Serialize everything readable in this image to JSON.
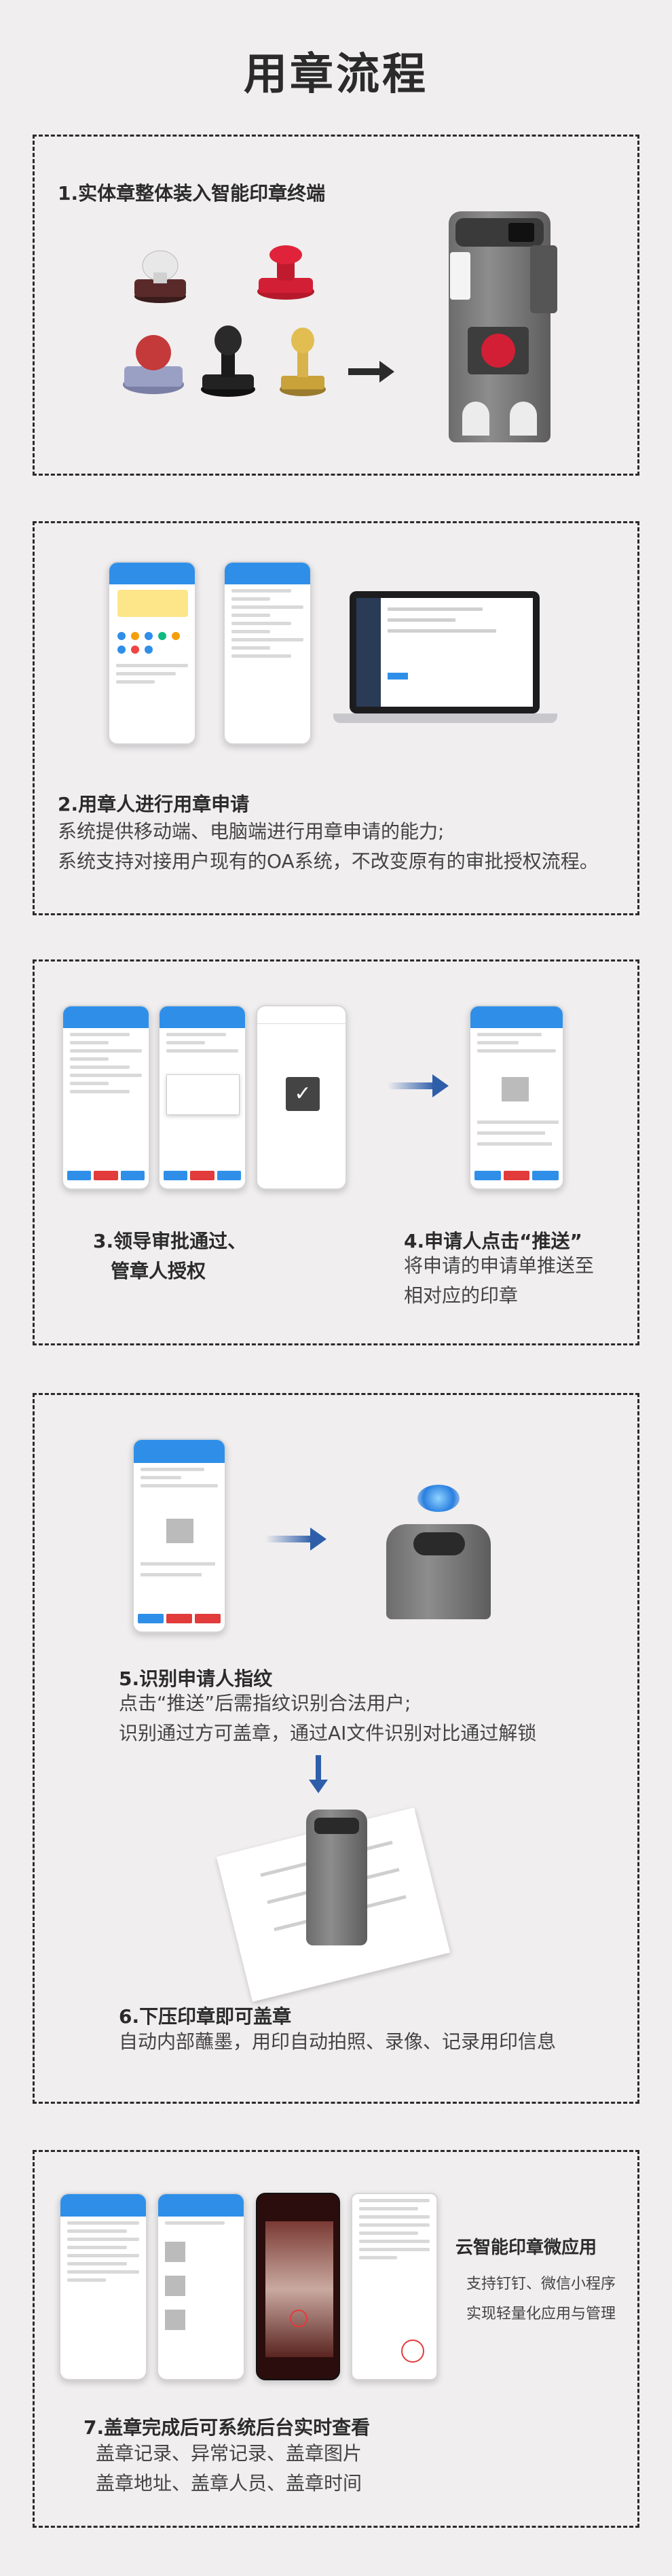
{
  "page": {
    "title": "用章流程"
  },
  "steps": {
    "s1": {
      "title": "1.实体章整体装入智能印章终端"
    },
    "s2": {
      "title": "2.用章人进行用章申请",
      "desc1": "系统提供移动端、电脑端进行用章申请的能力;",
      "desc2": "系统支持对接用户现有的OA系统，不改变原有的审批授权流程。"
    },
    "s3": {
      "title_line1": "3.领导审批通过、",
      "title_line2": "管章人授权"
    },
    "s4": {
      "title": "4.申请人点击“推送”",
      "desc1": "将申请的申请单推送至",
      "desc2": "相对应的印章"
    },
    "s5": {
      "title": "5.识别申请人指纹",
      "desc1": "点击“推送”后需指纹识别合法用户;",
      "desc2": "识别通过方可盖章，通过AI文件识别对比通过解锁"
    },
    "s6": {
      "title": "6.下压印章即可盖章",
      "desc": "自动内部蘸墨，用印自动拍照、录像、记录用印信息"
    },
    "s7": {
      "title": "7.盖章完成后可系统后台实时查看",
      "desc1": "盖章记录、异常记录、盖章图片",
      "desc2": "盖章地址、盖章人员、盖章时间",
      "side_title": "云智能印章微应用",
      "side_desc1": "支持钉钉、微信小程序",
      "side_desc2": "实现轻量化应用与管理"
    }
  },
  "colors": {
    "accent": "#2f8fe8",
    "arrow": "#2e5eaa",
    "danger": "#e23b3b",
    "dark": "#2b2b2b"
  },
  "icons": [
    "arrow-right-icon",
    "arrow-down-icon",
    "check-icon",
    "fingerprint-icon"
  ]
}
